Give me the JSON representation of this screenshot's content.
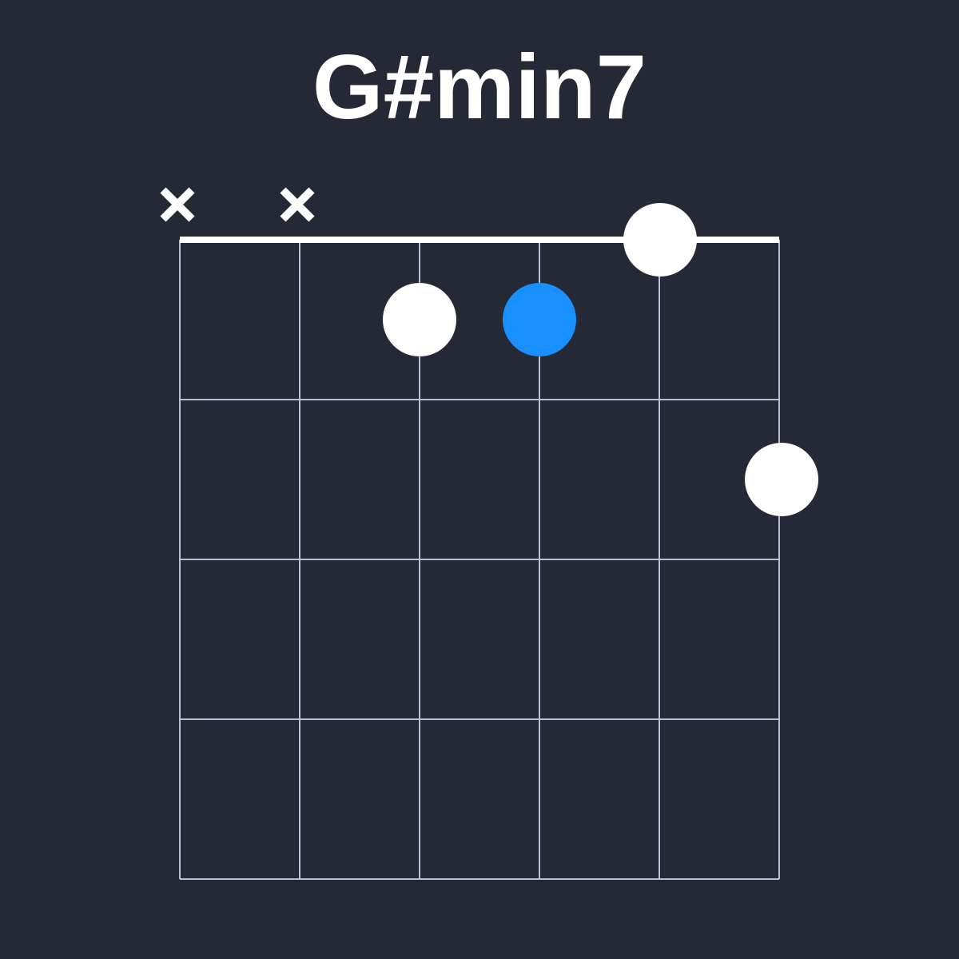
{
  "chord": {
    "name": "G#min7",
    "strings": 6,
    "frets_shown": 4,
    "muted_strings": [
      1,
      2
    ],
    "dots": [
      {
        "string": 5,
        "fret": 0,
        "color": "#ffffff",
        "role": "note"
      },
      {
        "string": 3,
        "fret": 1,
        "color": "#ffffff",
        "role": "note"
      },
      {
        "string": 4,
        "fret": 1,
        "color": "#1890ff",
        "role": "root"
      },
      {
        "string": 6,
        "fret": 2,
        "color": "#ffffff",
        "role": "note"
      }
    ]
  },
  "colors": {
    "background": "#252936",
    "grid": "#b8bfd8",
    "nut": "#ffffff",
    "dot": "#ffffff",
    "root_dot": "#1890ff",
    "muted_marker": "#ffffff"
  },
  "icons": {
    "muted": "×"
  }
}
